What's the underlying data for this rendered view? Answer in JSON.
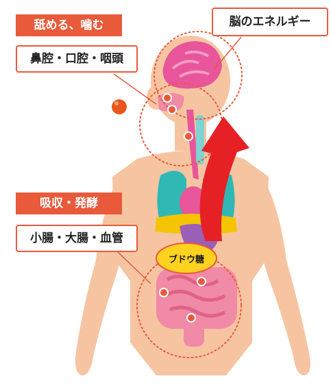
{
  "tags": {
    "taste": "舐める、噛む",
    "absorb": "吸収・発酵"
  },
  "labels": {
    "nose_mouth": "鼻腔・口腔・咽頭",
    "brain": "脳のエネルギー",
    "intestine": "小腸・大腸・血管",
    "glucose": "ブドウ糖"
  },
  "colors": {
    "accent": "#e85a3a",
    "skin": "#f7c4a2",
    "arrow": "#e62125",
    "glucose": "#ffd21f",
    "brain": "#e8559a",
    "lung": "#2fb8b4",
    "liver": "#f5c400",
    "intestine": "#f08aa6"
  },
  "icons": [
    "orange-ball-icon",
    "connector-dot-icon",
    "curved-arrow-icon"
  ]
}
